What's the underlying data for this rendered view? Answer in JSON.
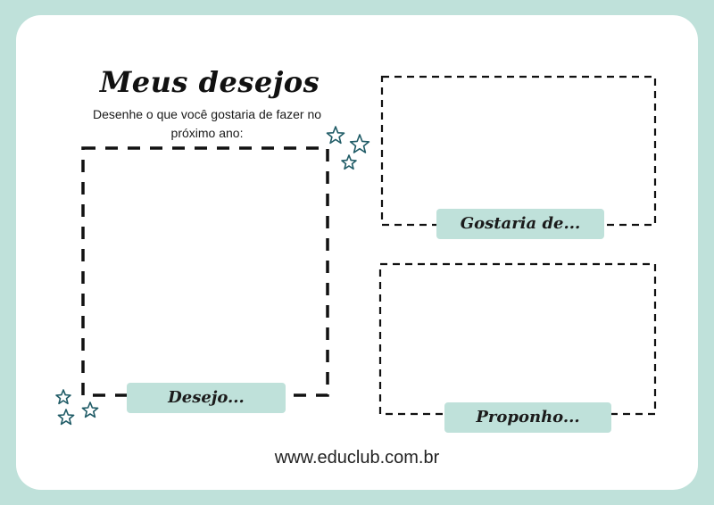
{
  "worksheet": {
    "title": "Meus desejos",
    "subtitle": "Desenhe o que você gostaria de fazer no próximo ano:",
    "boxes": [
      {
        "label": "Desejo..."
      },
      {
        "label": "Gostaria de..."
      },
      {
        "label": "Proponho..."
      }
    ],
    "footer": "www.educlub.com.br"
  },
  "colors": {
    "background": "#bfe1da",
    "card": "#ffffff",
    "label_fill": "#bfe1da",
    "star_stroke": "#1f5b66"
  },
  "icons": {
    "decor_top": "star-outline-icon",
    "decor_bottom": "star-outline-icon"
  }
}
